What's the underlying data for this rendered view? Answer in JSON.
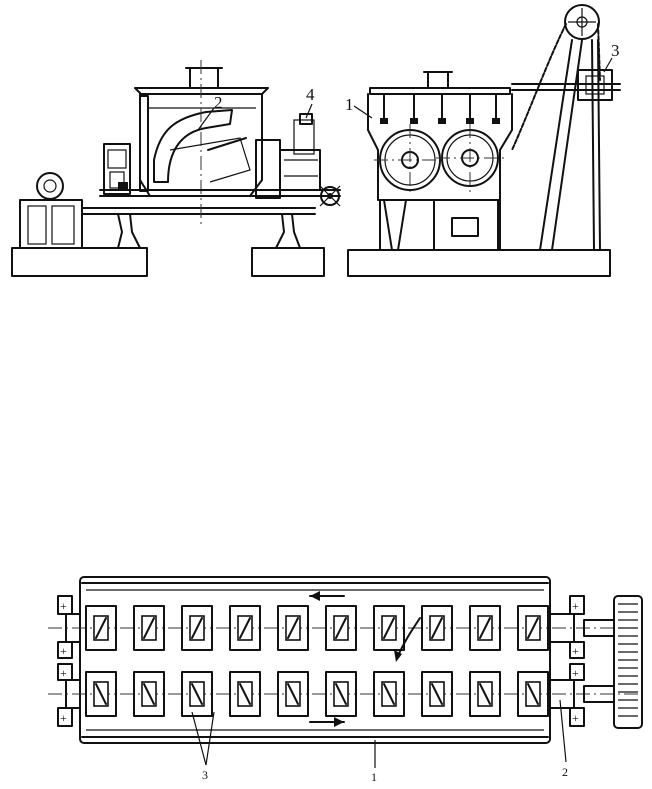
{
  "upper_figure": {
    "labels": [
      "1",
      "2",
      "3",
      "4"
    ]
  },
  "lower_figure": {
    "labels": [
      "1",
      "2",
      "3"
    ]
  }
}
